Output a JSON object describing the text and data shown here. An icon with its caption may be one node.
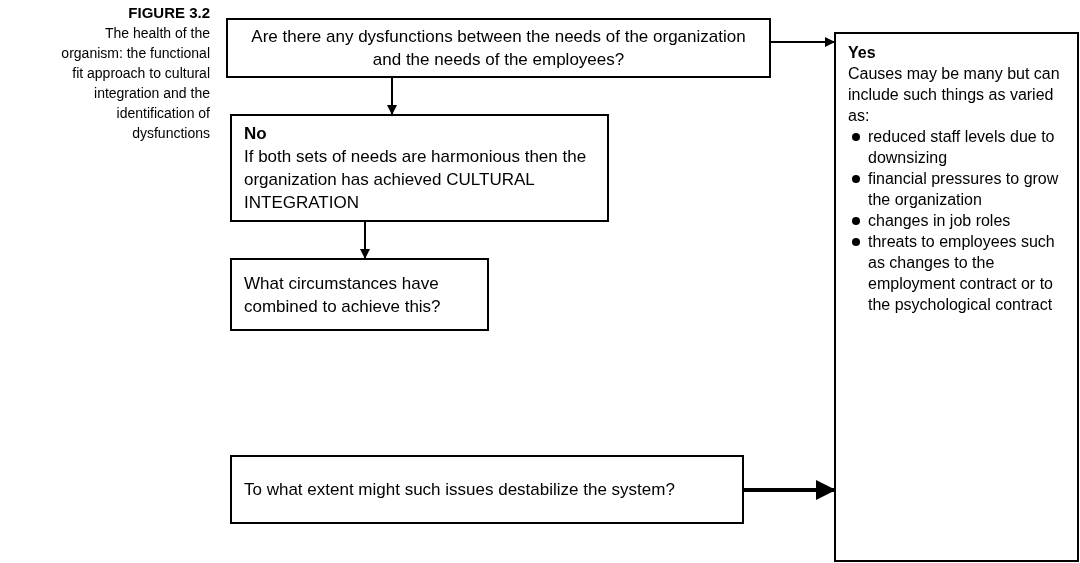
{
  "diagram": {
    "title": "FIGURE 3.2",
    "caption": "The health of the organism: the functional fit approach to cultural integration and the identification of dysfunctions",
    "nodes": [
      {
        "text": [
          "Are there any dysfunctions between the needs of the organization and the needs of the employees?"
        ]
      },
      {
        "text": [
          "No",
          "If both sets of needs are harmonious then the organization has achieved CULTURAL INTEGRATION"
        ]
      },
      {
        "text": [
          "What circumstances have combined to achieve this?"
        ]
      },
      {
        "text": [
          "To what extent might such issues destabilize the system?"
        ]
      },
      {
        "text": [
          "Yes",
          "Causes may be many but can include such things as varied as:",
          "reduced staff levels due to downsizing",
          "financial pressures to grow the organization",
          "changes in job roles",
          "threats to employees such as changes to the employment contract or to the psychological contract"
        ]
      }
    ],
    "edges": [
      {
        "from": 0,
        "to": 4,
        "arrow": "to"
      },
      {
        "from": 0,
        "to": 1,
        "arrow": "to"
      },
      {
        "from": 1,
        "to": 2,
        "arrow": "to"
      },
      {
        "from": 3,
        "to": 4,
        "arrow": "to",
        "style": "thick"
      }
    ]
  }
}
